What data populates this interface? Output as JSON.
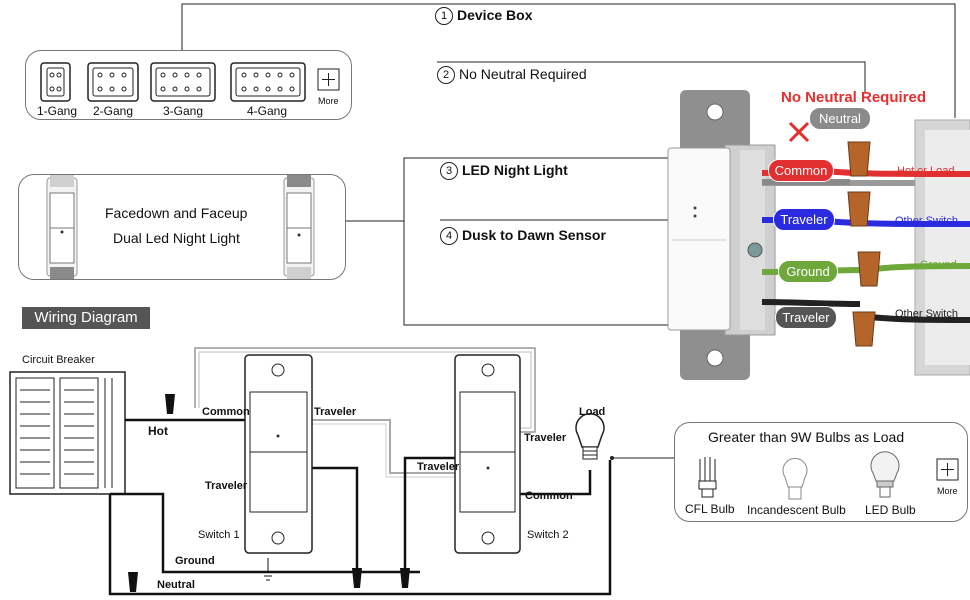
{
  "callouts": {
    "device_box": {
      "num": "1",
      "text": "Device Box"
    },
    "no_neutral": {
      "num": "2",
      "text": "No Neutral Required"
    },
    "led_night_light": {
      "num": "3",
      "text": "LED Night Light"
    },
    "dusk_to_dawn": {
      "num": "4",
      "text": "Dusk to Dawn Sensor"
    }
  },
  "gang_panel": {
    "items": [
      "1-Gang",
      "2-Gang",
      "3-Gang",
      "4-Gang"
    ],
    "more": "More"
  },
  "night_light_panel": {
    "line1": "Facedown and Faceup",
    "line2": "Dual Led Night Light"
  },
  "photo": {
    "no_neutral_title": "No Neutral Required",
    "neutral": "Neutral",
    "wires": [
      {
        "label": "Common",
        "right": "Hot or Load",
        "color": "#e52f2f"
      },
      {
        "label": "Traveler",
        "right": "Other Switch",
        "color": "#2a2ae0"
      },
      {
        "label": "Ground",
        "right": "Ground",
        "color": "#6fa83a"
      },
      {
        "label": "Traveler",
        "right": "Other Switch",
        "color": "#222222"
      }
    ]
  },
  "wiring": {
    "title": "Wiring Diagram",
    "circuit_breaker": "Circuit Breaker",
    "hot": "Hot",
    "neutral": "Neutral",
    "ground": "Ground",
    "load": "Load",
    "s1_common": "Common",
    "s1_traveler_top": "Traveler",
    "s1_traveler_bottom": "Traveler",
    "s2_traveler_top": "Traveler",
    "s2_traveler_left": "Traveler",
    "s2_common": "Common",
    "switch1": "Switch  1",
    "switch2": "Switch  2"
  },
  "bulbs_panel": {
    "title": "Greater than 9W Bulbs  as Load",
    "items": [
      "CFL Bulb",
      "Incandescent Bulb",
      "LED Bulb"
    ],
    "more": "More"
  }
}
